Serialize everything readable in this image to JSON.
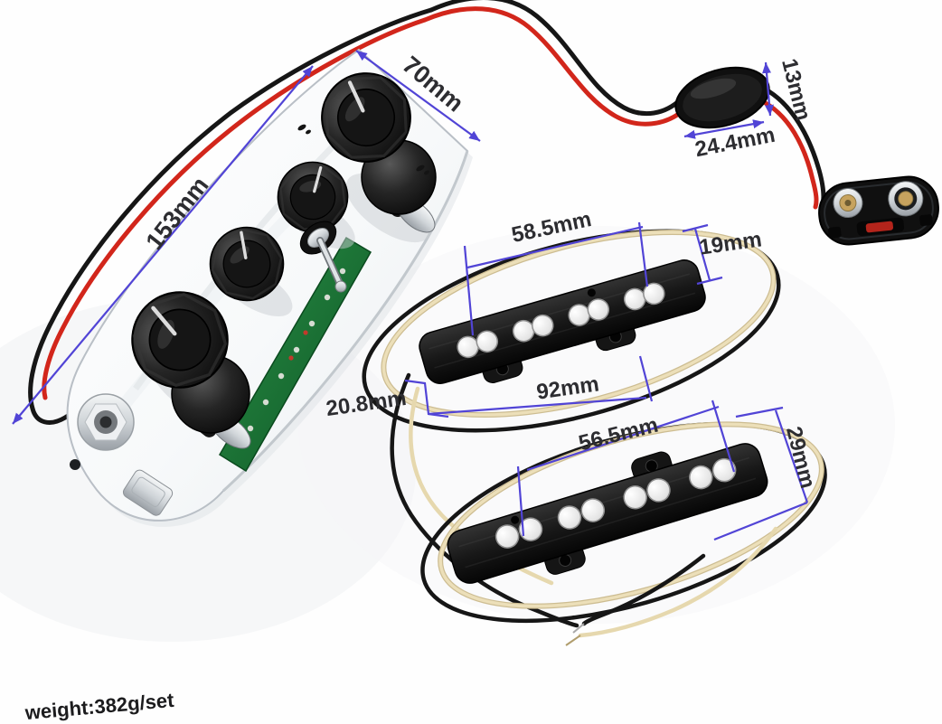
{
  "photo": {
    "caption": "weight:382g/set",
    "labels": {
      "plate_length": "153mm",
      "plate_top_edge": "70mm",
      "buzzer_thickness": "13mm",
      "buzzer_width": "24.4mm",
      "neck_pole_span": "58.5mm",
      "neck_width": "19mm",
      "neck_length": "92mm",
      "neck_side_height": "20.8mm",
      "bridge_pole_span": "56.5mm",
      "bridge_width": "29mm"
    },
    "colors": {
      "annotation": "#5144d6",
      "text": "#2d2d31",
      "wire_red": "#d2261b",
      "wire_black": "#161616",
      "wire_cream": "#e9dcb4",
      "pcb_green": "#1e7a36"
    }
  }
}
